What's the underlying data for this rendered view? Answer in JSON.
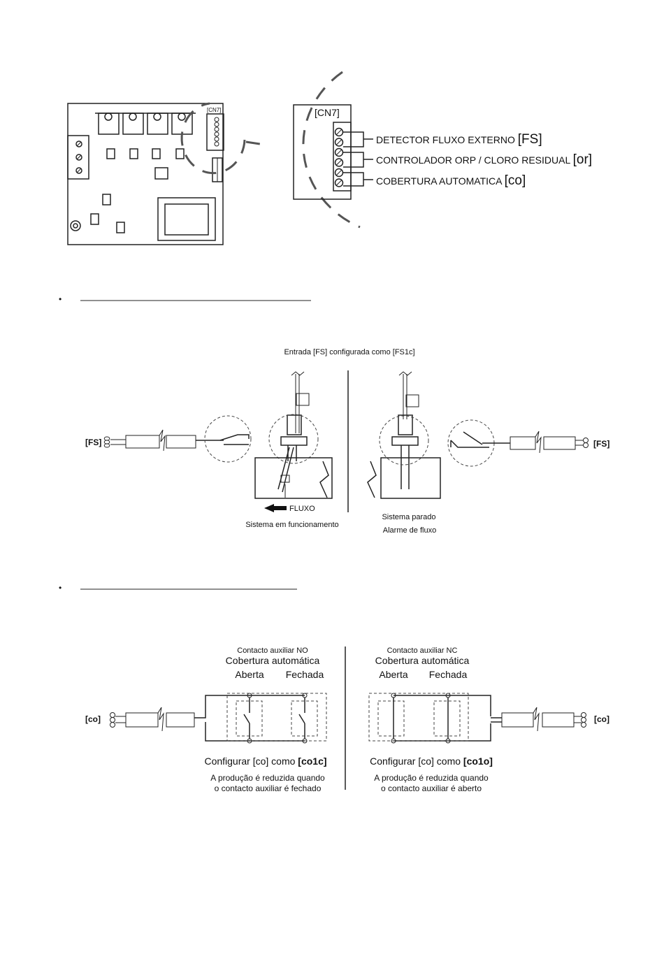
{
  "cn7": {
    "board_label": "[CN7]",
    "zoom_label": "[CN7]",
    "terminals": [
      {
        "text": "DETECTOR FLUXO EXTERNO ",
        "code": "[FS]"
      },
      {
        "text": "CONTROLADOR ORP / CLORO RESIDUAL ",
        "code": "[or]"
      },
      {
        "text": "COBERTURA AUTOMATICA ",
        "code": "[co]"
      }
    ]
  },
  "sections": [
    {
      "bullet": "•"
    },
    {
      "bullet": "•"
    }
  ],
  "flow": {
    "caption": "Entrada [FS] configurada como [FS1c]",
    "left_label": "[FS]",
    "right_label": "[FS]",
    "flow_label": "FLUXO",
    "running_label": "Sistema em funcionamento",
    "stopped_label": "Sistema parado",
    "alarm_label": "Alarme de fluxo"
  },
  "cover": {
    "left": {
      "contact": "Contacto auxiliar NO",
      "title": "Cobertura automática",
      "open": "Aberta",
      "closed": "Fechada",
      "config_prefix": "Configurar [co] como ",
      "config_code": "[co1c]",
      "note1": "A produção é reduzida quando",
      "note2": "o contacto auxiliar é fechado"
    },
    "right": {
      "contact": "Contacto auxiliar NC",
      "title": "Cobertura automática",
      "open": "Aberta",
      "closed": "Fechada",
      "config_prefix": "Configurar [co] como ",
      "config_code": "[co1o]",
      "note1": "A produção é reduzida quando",
      "note2": "o contacto auxiliar é aberto"
    },
    "left_label": "[co]",
    "right_label": "[co]"
  }
}
